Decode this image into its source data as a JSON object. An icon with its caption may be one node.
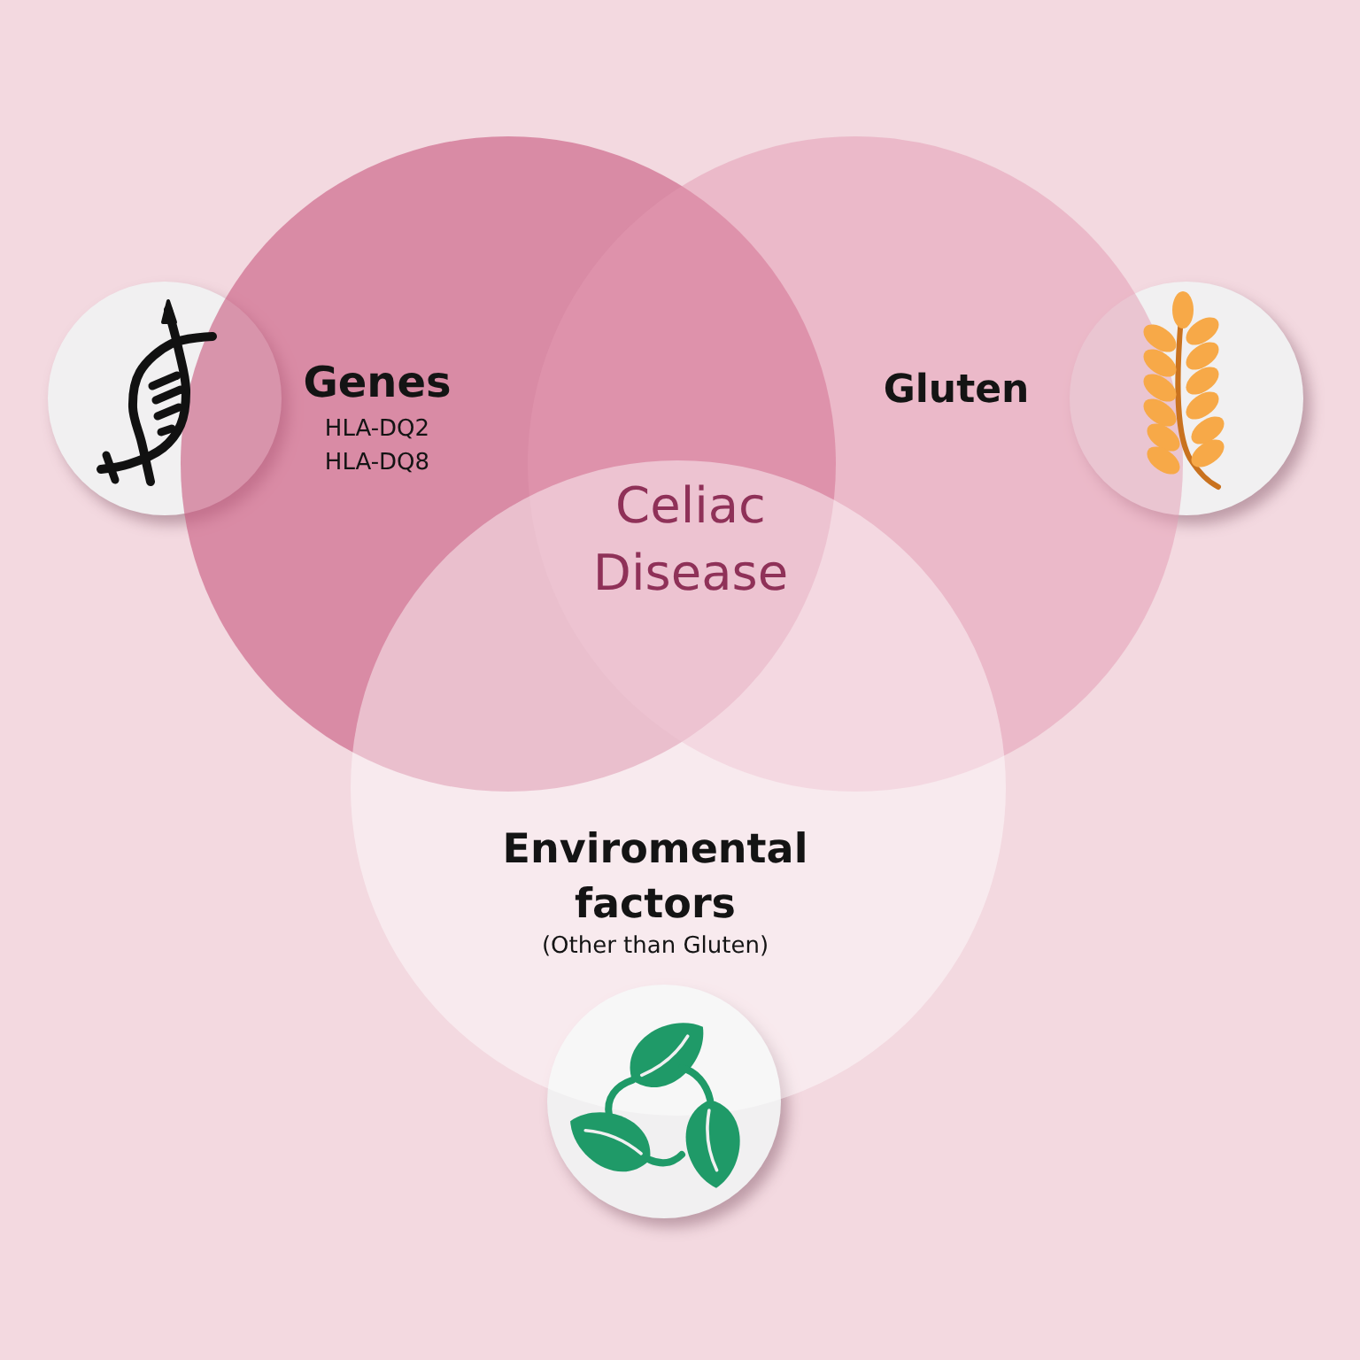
{
  "diagram": {
    "nodes": [
      {
        "text": [
          "Genes",
          "HLA-DQ2",
          "HLA-DQ8"
        ]
      },
      {
        "text": [
          "Gluten"
        ]
      },
      {
        "text": [
          "Enviromental factors",
          "(Other than Gluten)"
        ]
      },
      {
        "text": [],
        "shape": "picture"
      },
      {
        "text": [],
        "shape": "picture"
      },
      {
        "text": [],
        "shape": "picture"
      }
    ],
    "labels": [
      "Celiac Disease"
    ]
  }
}
